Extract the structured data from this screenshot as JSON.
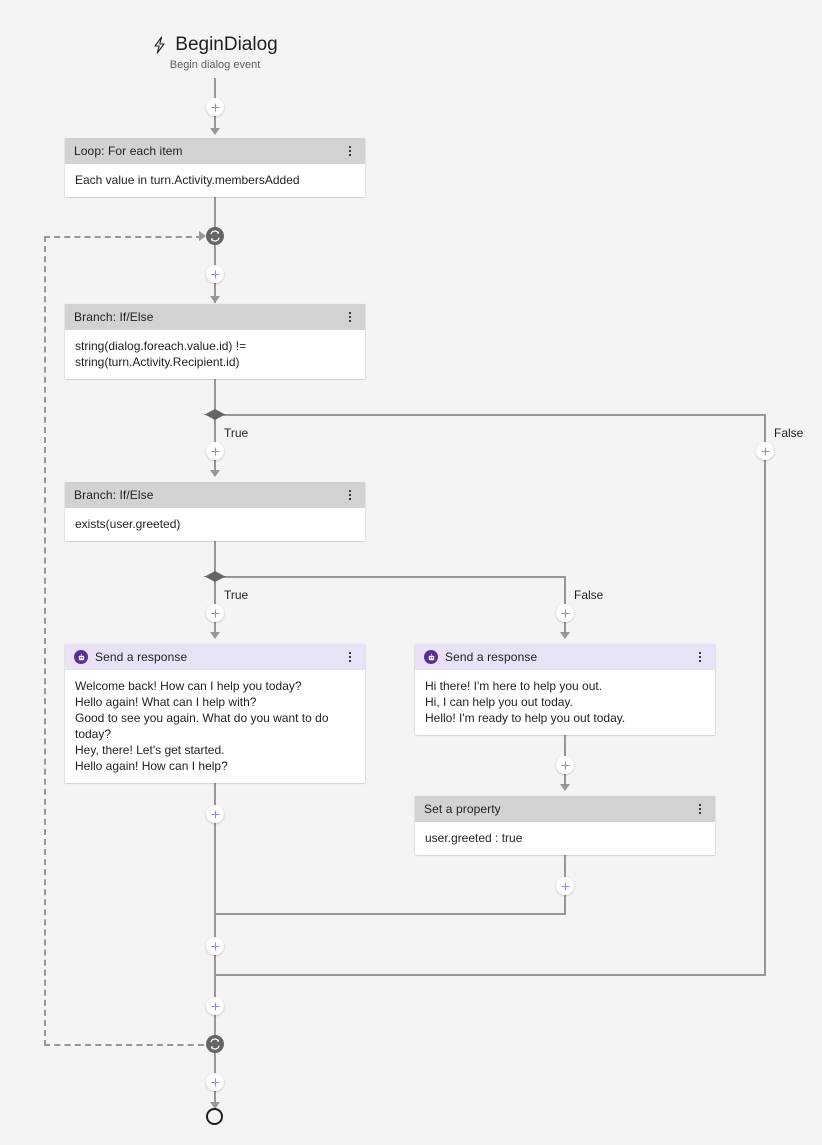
{
  "canvas": {
    "background": "#f4f4f4",
    "edge_color": "#979797",
    "accent_purple": "#5c2e91",
    "header_gray": "#d2d2d2",
    "header_purple": "#e9e1f5"
  },
  "trigger": {
    "icon": "lightning-bolt-icon",
    "title": "BeginDialog",
    "subtitle": "Begin dialog event"
  },
  "nodes": {
    "loop": {
      "title": "Loop: For each item",
      "body": [
        "Each value in turn.Activity.membersAdded"
      ],
      "menu": "more-options-icon"
    },
    "branch_outer": {
      "title": "Branch: If/Else",
      "body": [
        "string(dialog.foreach.value.id) !=",
        "string(turn.Activity.Recipient.id)"
      ],
      "menu": "more-options-icon"
    },
    "branch_inner": {
      "title": "Branch: If/Else",
      "body": [
        "exists(user.greeted)"
      ],
      "menu": "more-options-icon"
    },
    "send_response_returning": {
      "title": "Send a response",
      "icon": "bot-response-icon",
      "body": [
        "Welcome back! How can I help you today?",
        "Hello again! What can I help with?",
        "Good to see you again. What do you want to do today?",
        "Hey, there! Let's get started.",
        "Hello again! How can I help?"
      ],
      "menu": "more-options-icon"
    },
    "send_response_new": {
      "title": "Send a response",
      "icon": "bot-response-icon",
      "body": [
        "Hi there! I'm here to help you out.",
        "Hi, I can help you out today.",
        "Hello! I'm ready to help you out today."
      ],
      "menu": "more-options-icon"
    },
    "set_property": {
      "title": "Set a property",
      "body": [
        "user.greeted : true"
      ],
      "menu": "more-options-icon"
    }
  },
  "branch_labels": {
    "outer_true": "True",
    "outer_false": "False",
    "inner_true": "True",
    "inner_false": "False"
  },
  "controls": {
    "add_label": "+",
    "add_icon": "plus-icon",
    "loop_icon": "loop-repeat-icon",
    "end_icon": "end-node-icon"
  }
}
